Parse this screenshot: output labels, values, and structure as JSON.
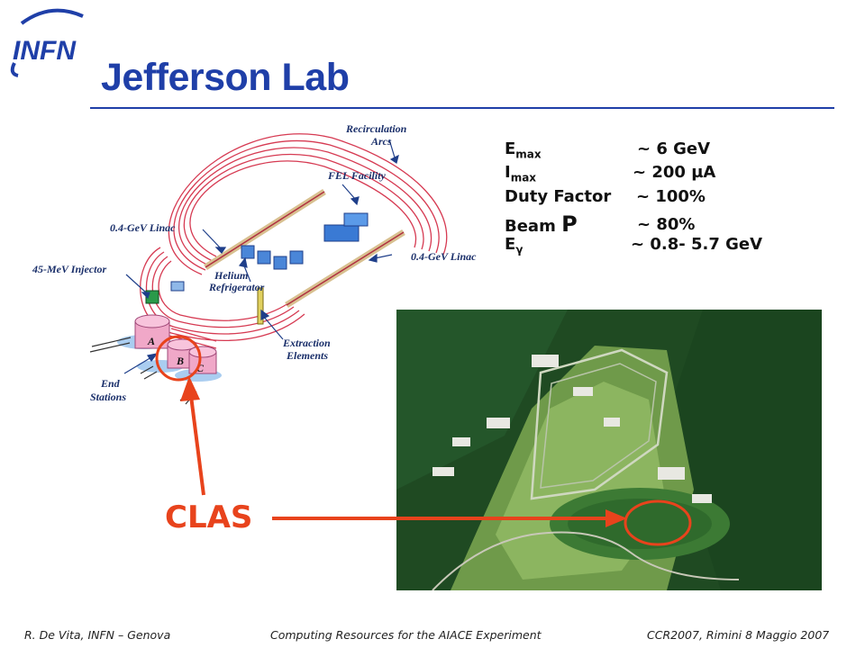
{
  "logo": {
    "text": "INFN",
    "icon": "infn-logo-icon"
  },
  "title": "Jefferson Lab",
  "diagram": {
    "labels": {
      "recirculation": "Recirculation",
      "arcs": "Arcs",
      "fel": "FEL Facility",
      "linac_left": "0.4-GeV Linac",
      "linac_right": "0.4-GeV Linac",
      "injector": "45-MeV Injector",
      "helium1": "Helium",
      "helium2": "Refrigerator",
      "extraction1": "Extraction",
      "extraction2": "Elements",
      "end1": "End",
      "end2": "Stations",
      "hall_a": "A",
      "hall_b": "B",
      "hall_c": "C"
    }
  },
  "specs": {
    "emax": {
      "label": "E",
      "sub": "max",
      "value": "~ 6 GeV"
    },
    "imax": {
      "label": "I",
      "sub": "max",
      "value": "~ 200 µA"
    },
    "duty": {
      "label": "Duty Factor",
      "value": "~ 100%"
    },
    "pol": {
      "label": "Beam",
      "symbol": "P",
      "value": "~ 80%"
    },
    "egamma": {
      "label": "E",
      "sub": "γ",
      "value": "~ 0.8- 5.7 GeV"
    }
  },
  "clas_label": "CLAS",
  "colors": {
    "title": "#1f3fa8",
    "accent": "#e8431c",
    "beam": "#d63a52"
  },
  "footer": {
    "left": "R. De Vita, INFN – Genova",
    "center": "Computing Resources for the AIACE Experiment",
    "right": "CCR2007,  Rimini 8 Maggio 2007"
  }
}
